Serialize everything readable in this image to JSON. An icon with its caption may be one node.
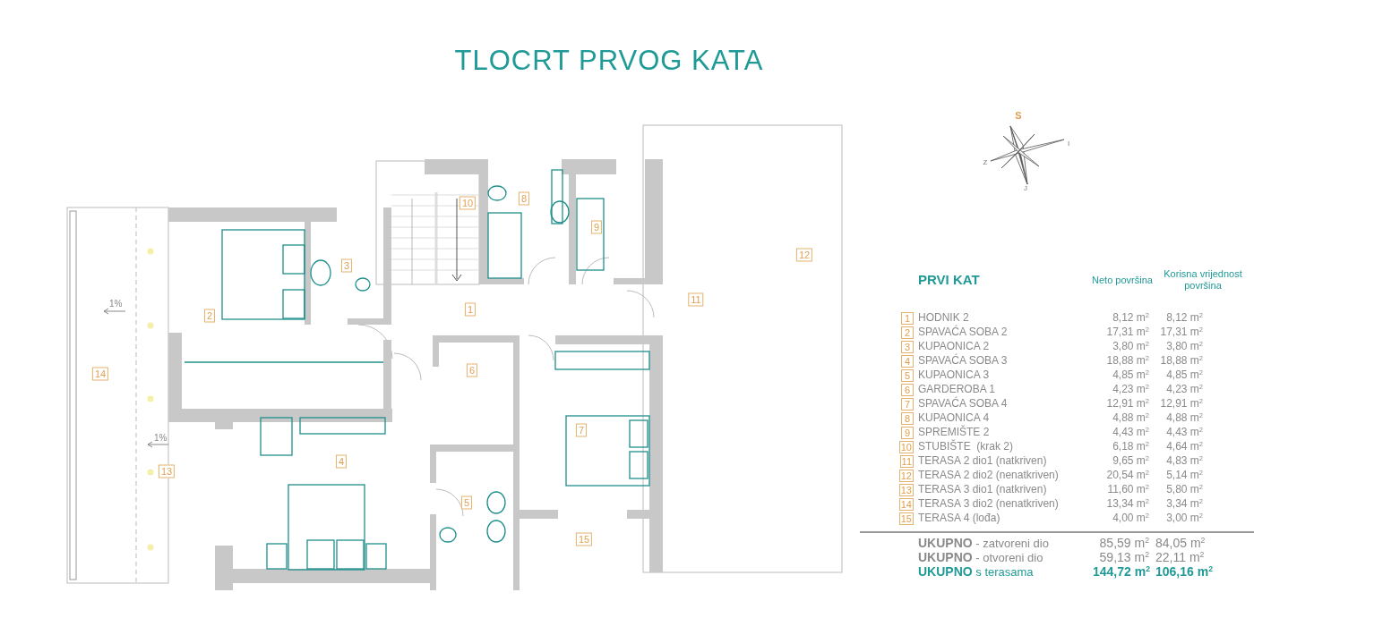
{
  "diagram": {
    "title": "TLOCRT PRVOG KATA",
    "labels": [
      "1",
      "2",
      "3",
      "4",
      "5",
      "6",
      "7",
      "8",
      "9",
      "10",
      "11",
      "12",
      "13",
      "14",
      "15",
      "1%",
      "1%",
      "S",
      "I",
      "Z",
      "J",
      "PRVI KAT",
      "Neto površina",
      "Korisna vrijednost površina",
      "1",
      "HODNIK 2",
      "8,12 m$^{2}$",
      "8,12 m$^{2}$",
      "2",
      "SPAVAĆA SOBA 2",
      "17,31 m$^{2}$",
      "17,31 m$^{2}$",
      "3",
      "KUPAONICA 2",
      "3,80 m$^{2}$",
      "3,80 m$^{2}$",
      "4",
      "SPAVAĆA SOBA 3",
      "18,88 m$^{2}$",
      "18,88 m$^{2}$",
      "5",
      "KUPAONICA 3",
      "4,85 m$^{2}$",
      "4,85 m$^{2}$",
      "6",
      "GARDEROBA 1",
      "4,23 m$^{2}$",
      "4,23 m$^{2}$",
      "7",
      "SPAVAĆA SOBA 4",
      "12,91 m$^{2}$",
      "12,91 m$^{2}$",
      "8",
      "KUPAONICA 4",
      "4,88 m$^{2}$",
      "4,88 m$^{2}$",
      "9",
      "SPREMIŠTE 2",
      "4,43 m$^{2}$",
      "4,43 m$^{2}$",
      "10",
      "STUBIŠTE  (krak 2)",
      "6,18 m$^{2}$",
      "4,64 m$^{2}$",
      "11",
      "TERASA 2 dio1 (natkriven)",
      "9,65 m$^{2}$",
      "4,83 m$^{2}$",
      "12",
      "TERASA 2 dio2 (nenatkriven)",
      "20,54 m$^{2}$",
      "5,14 m$^{2}$",
      "13",
      "TERASA 3 dio1 (natkriven)",
      "11,60 m$^{2}$",
      "5,80 m$^{2}$",
      "14",
      "TERASA 3 dio2 (nenatkriven)",
      "13,34 m$^{2}$",
      "3,34 m$^{2}$",
      "15",
      "TERASA 4 (lođa)",
      "4,00 m$^{2}$",
      "3,00 m$^{2}$",
      "**UKUPNO** - zatvoreni dio",
      "85,59 m$^{2}$",
      "84,05 m$^{2}$",
      "**UKUPNO** - otvoreni dio",
      "59,13 m$^{2}$",
      "22,11 m$^{2}$",
      "**UKUPNO** s terasama",
      "144,72 m$^{2}$",
      "106,16 m$^{2}$"
    ]
  }
}
